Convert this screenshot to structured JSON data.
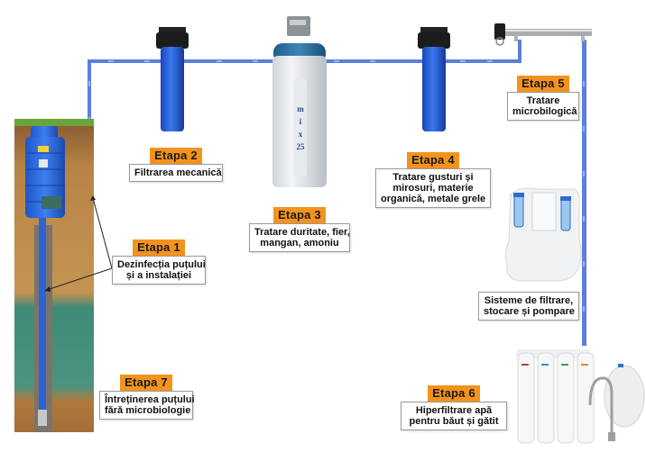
{
  "colors": {
    "pipe": "#5b7fe0",
    "tag": "#f3931e",
    "filter_blue": "#2457c9",
    "cap_black": "#1c1c1c"
  },
  "stages": [
    {
      "tag": "Etapa 1",
      "lines": [
        "Dezinfecția puțului",
        "și a instalației"
      ]
    },
    {
      "tag": "Etapa 2",
      "lines": [
        "Filtrarea mecanică"
      ]
    },
    {
      "tag": "Etapa 3",
      "lines": [
        "Tratare duritate, fier,",
        "mangan, amoniu"
      ]
    },
    {
      "tag": "Etapa 4",
      "lines": [
        "Tratare gusturi și",
        "mirosuri, materie",
        "organică, metale grele"
      ]
    },
    {
      "tag": "Etapa 5",
      "lines": [
        "Tratare",
        "microbilogică"
      ]
    },
    {
      "tag": "Etapa 6",
      "lines": [
        "Hiperfiltrare apă",
        "pentru băut și gătit"
      ]
    },
    {
      "tag": "Etapa 7",
      "lines": [
        "Întreținerea puțului",
        "fără microbiologie"
      ]
    }
  ],
  "extra_box": {
    "lines": [
      "Sisteme de filtrare,",
      "stocare și pompare"
    ]
  },
  "softener_label": {
    "letters": [
      "m",
      "i",
      "x",
      "25"
    ]
  },
  "icons": {
    "well": "well-cross-section-icon",
    "cartridge_filter": "cartridge-filter-icon",
    "softener": "water-softener-icon",
    "uv_lamp": "uv-lamp-icon",
    "storage_system": "storage-tank-system-icon",
    "reverse_osmosis": "reverse-osmosis-icon"
  }
}
